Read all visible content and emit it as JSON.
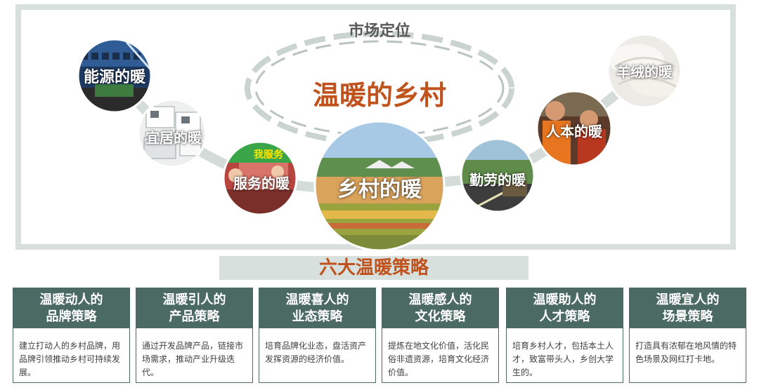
{
  "diagram": {
    "top_title": "市场定位",
    "center_title": "温暖的乡村",
    "bubbles": [
      {
        "id": "energy",
        "label": "能源的暖"
      },
      {
        "id": "living",
        "label": "宜居的暖"
      },
      {
        "id": "service",
        "label": "服务的暖"
      },
      {
        "id": "village",
        "label": "乡村的暖"
      },
      {
        "id": "diligent",
        "label": "勤劳的暖"
      },
      {
        "id": "people",
        "label": "人本的暖"
      },
      {
        "id": "cashmere",
        "label": "羊绒的暖"
      }
    ],
    "service_sign": "我服务"
  },
  "banner": {
    "title": "六大温暖策略"
  },
  "cards": [
    {
      "title_line1": "温暖动人的",
      "title_line2": "品牌策略",
      "body": "建立打动人的乡村品牌，用品牌引领推动乡村可持续发展。"
    },
    {
      "title_line1": "温暖引人的",
      "title_line2": "产品策略",
      "body": "通过开发品牌产品，链接市场需求，推动产业升级迭代。"
    },
    {
      "title_line1": "温暖喜人的",
      "title_line2": "业态策略",
      "body": "培育品牌化业态，盘活资产发挥资源的经济价值。"
    },
    {
      "title_line1": "温暖感人的",
      "title_line2": "文化策略",
      "body": "提炼在地文化价值，活化民俗非遗资源，培育文化经济价值。"
    },
    {
      "title_line1": "温暖助人的",
      "title_line2": "人才策略",
      "body": "培育乡村人才，包括本土人才，致富带头人，乡创大学生的。"
    },
    {
      "title_line1": "温暖宜人的",
      "title_line2": "场景策略",
      "body": "打造具有浓郁在地风情的特色场景及网红打卡地。"
    }
  ],
  "colors": {
    "accent": "#c0521e",
    "card_head": "#4b6a63",
    "frame": "#d7e0dc",
    "connector": "#cfd8d5"
  }
}
